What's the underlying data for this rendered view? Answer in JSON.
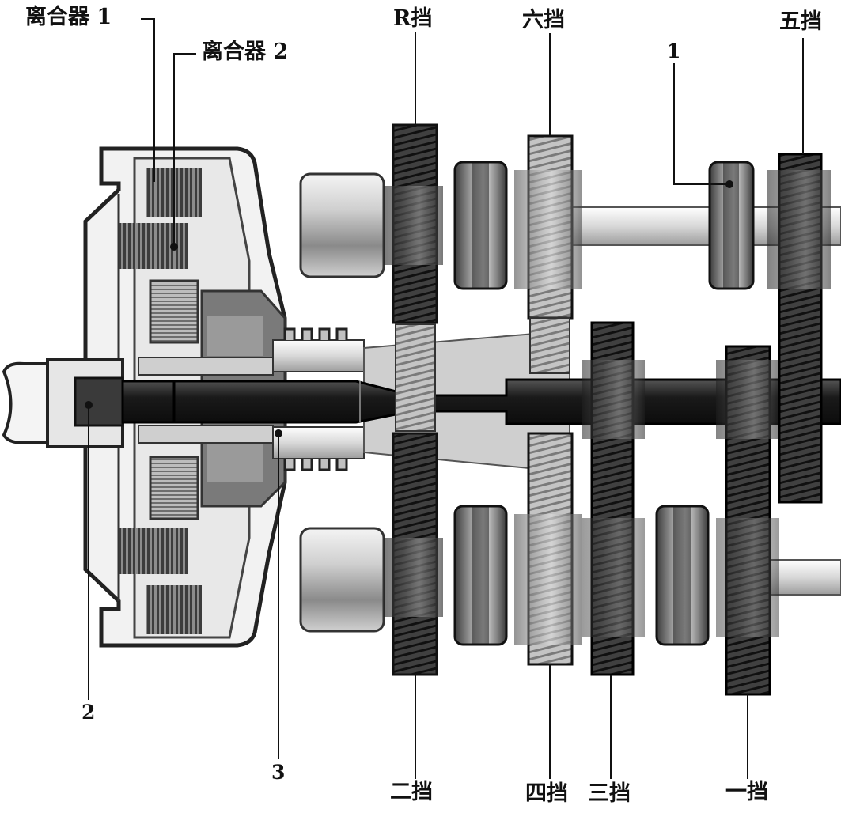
{
  "labels": {
    "clutch1": "离合器 1",
    "clutch2": "离合器 2",
    "gear_r": "R挡",
    "gear_6": "六挡",
    "gear_5": "五挡",
    "gear_2": "二挡",
    "gear_4": "四挡",
    "gear_3": "三挡",
    "gear_1": "一挡",
    "callout_1": "1",
    "callout_2": "2",
    "callout_3": "3"
  },
  "colors": {
    "ink": "#111111",
    "gear_dark": "#3a3a3a",
    "gear_mid": "#8c8c8c",
    "gear_light": "#d6d6d6",
    "housing": "#5a5a5a",
    "shaft": "#1e1e1e"
  }
}
